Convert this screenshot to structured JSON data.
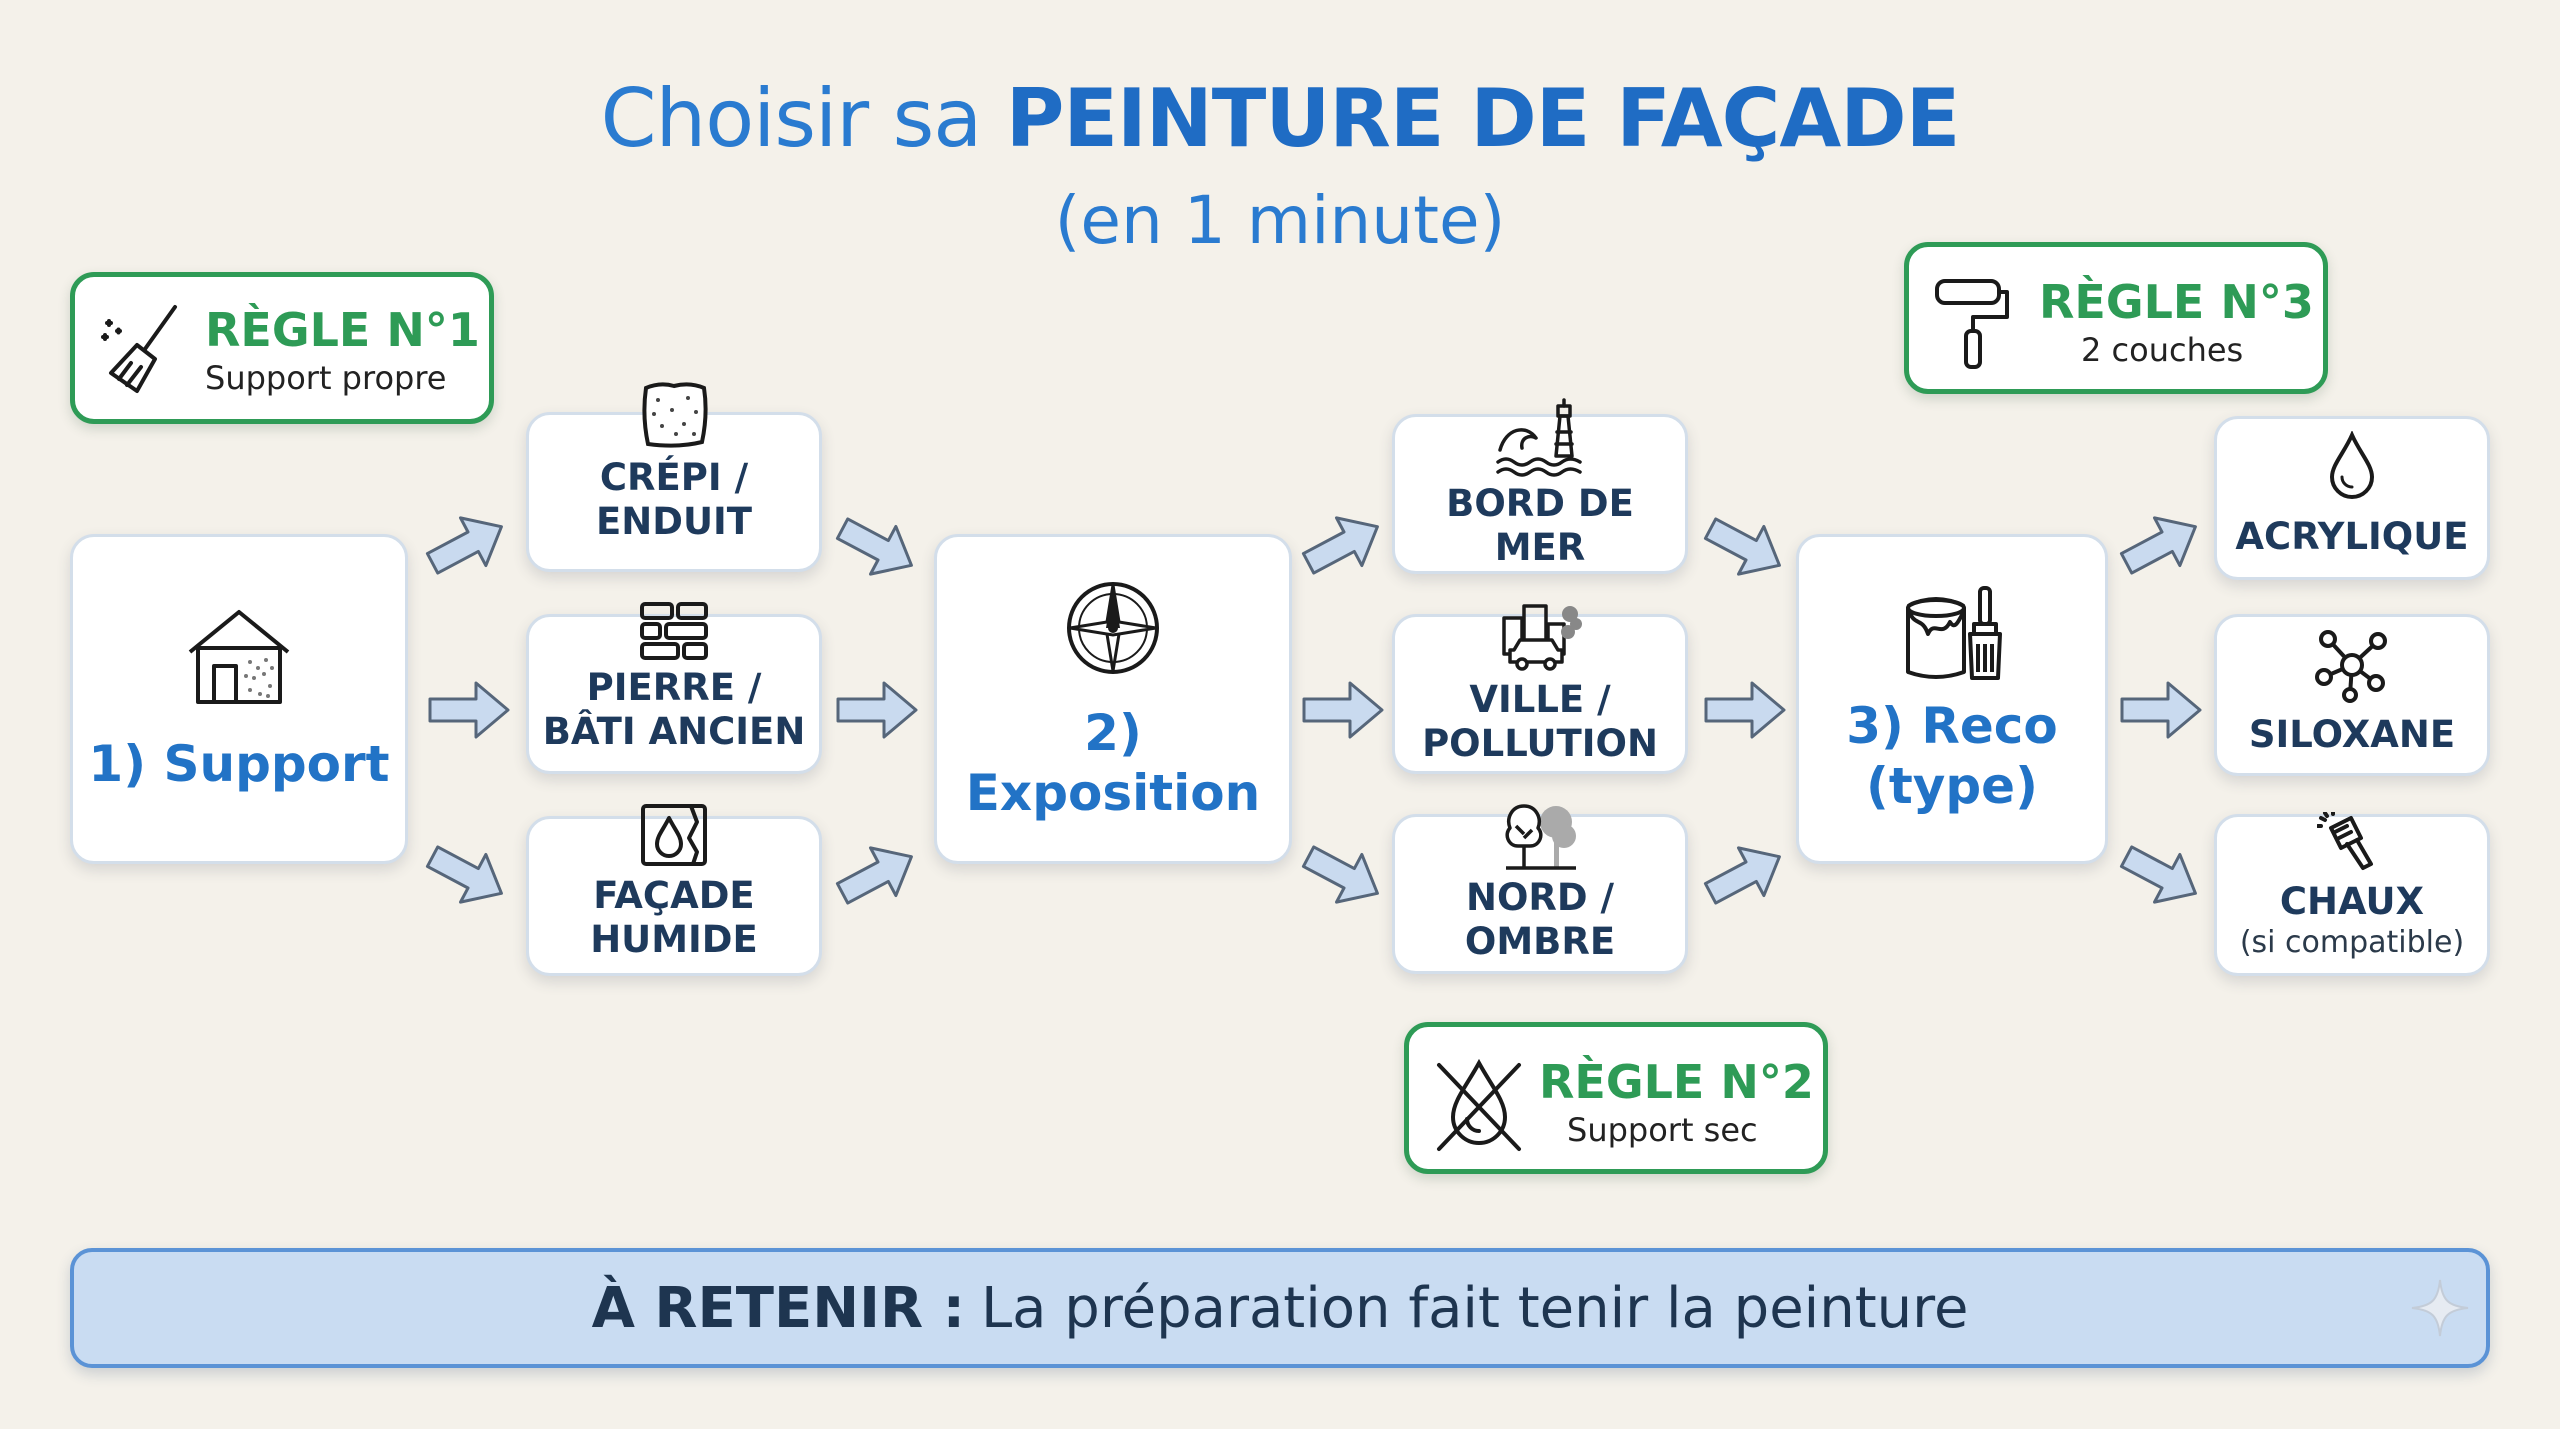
{
  "title": {
    "prefix": "Choisir sa",
    "emphasis": "PEINTURE DE FAÇADE",
    "subtitle": "(en 1 minute)"
  },
  "rules": [
    {
      "title": "RÈGLE N°1",
      "text": "Support propre",
      "icon": "broom-icon"
    },
    {
      "title": "RÈGLE N°2",
      "text": "Support sec",
      "icon": "no-water-drop-icon"
    },
    {
      "title": "RÈGLE N°3",
      "text": "2 couches",
      "icon": "paint-roller-icon"
    }
  ],
  "steps": [
    {
      "label": "1) Support",
      "icon": "house-icon"
    },
    {
      "label": "2) Exposition",
      "icon": "compass-icon"
    },
    {
      "label": "3) Reco\n(type)",
      "icon": "paint-can-icon"
    }
  ],
  "supports": [
    {
      "label": "CRÉPI /\nENDUIT",
      "icon": "plaster-texture-icon"
    },
    {
      "label": "PIERRE /\nBÂTI ANCIEN",
      "icon": "stone-wall-icon"
    },
    {
      "label": "FAÇADE\nHUMIDE",
      "icon": "damp-wall-icon"
    }
  ],
  "expositions": [
    {
      "label": "BORD DE MER",
      "icon": "lighthouse-waves-icon"
    },
    {
      "label": "VILLE /\nPOLLUTION",
      "icon": "city-car-icon"
    },
    {
      "label": "NORD /\nOMBRE",
      "icon": "trees-shade-icon"
    }
  ],
  "recommendations": [
    {
      "label": "ACRYLIQUE",
      "note": "",
      "icon": "drop-icon"
    },
    {
      "label": "SILOXANE",
      "note": "",
      "icon": "molecule-icon"
    },
    {
      "label": "CHAUX",
      "note": "(si compatible)",
      "icon": "lime-brush-icon"
    }
  ],
  "banner": {
    "label": "À RETENIR :",
    "text": "La préparation fait tenir la peinture"
  },
  "colors": {
    "blue": "#2273c6",
    "navy": "#1e3a5c",
    "green": "#2e9b56",
    "banner_bg": "#c9dcf2"
  }
}
